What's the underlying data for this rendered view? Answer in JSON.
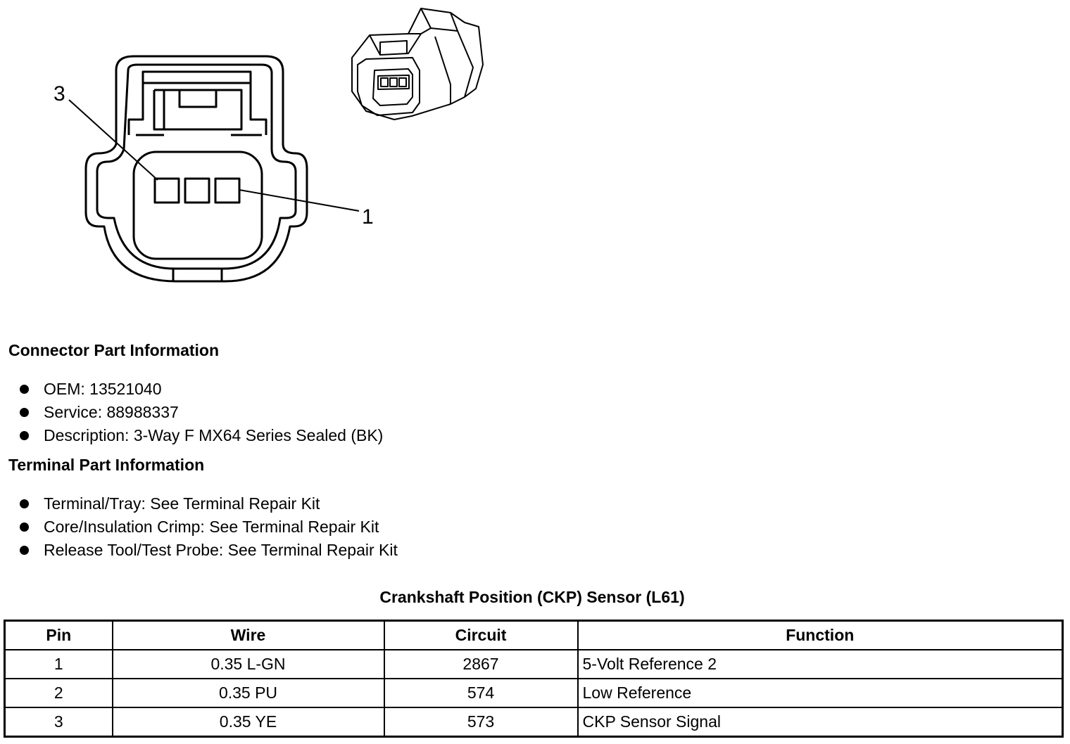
{
  "diagram": {
    "label_pin_3": "3",
    "label_pin_1": "1"
  },
  "connector_section": {
    "title": "Connector Part Information",
    "items": [
      "OEM: 13521040",
      "Service: 88988337",
      "Description: 3-Way F MX64 Series Sealed (BK)"
    ]
  },
  "terminal_section": {
    "title": "Terminal Part Information",
    "items": [
      "Terminal/Tray: See Terminal Repair Kit",
      "Core/Insulation Crimp: See Terminal Repair Kit",
      "Release Tool/Test Probe: See Terminal Repair Kit"
    ]
  },
  "pin_table": {
    "title": "Crankshaft Position (CKP) Sensor (L61)",
    "headers": [
      "Pin",
      "Wire",
      "Circuit",
      "Function"
    ],
    "rows": [
      [
        "1",
        "0.35 L-GN",
        "2867",
        "5-Volt Reference 2"
      ],
      [
        "2",
        "0.35 PU",
        "574",
        "Low Reference"
      ],
      [
        "3",
        "0.35 YE",
        "573",
        "CKP Sensor Signal"
      ]
    ]
  }
}
